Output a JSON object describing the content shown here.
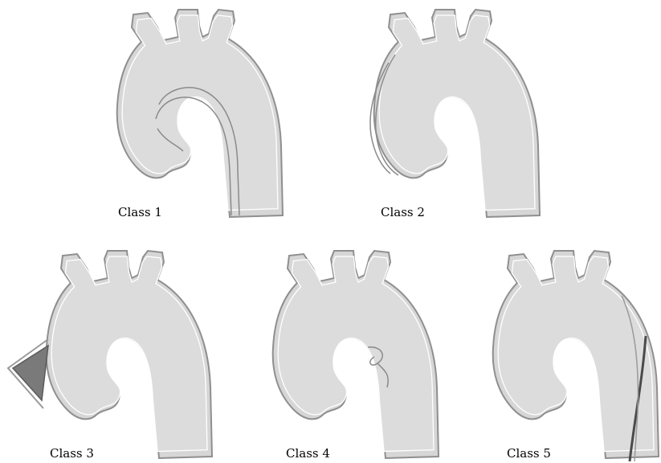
{
  "classes": [
    {
      "label": "Class 1"
    },
    {
      "label": "Class 2"
    },
    {
      "label": "Class 3"
    },
    {
      "label": "Class 4"
    },
    {
      "label": "Class 5"
    }
  ]
}
